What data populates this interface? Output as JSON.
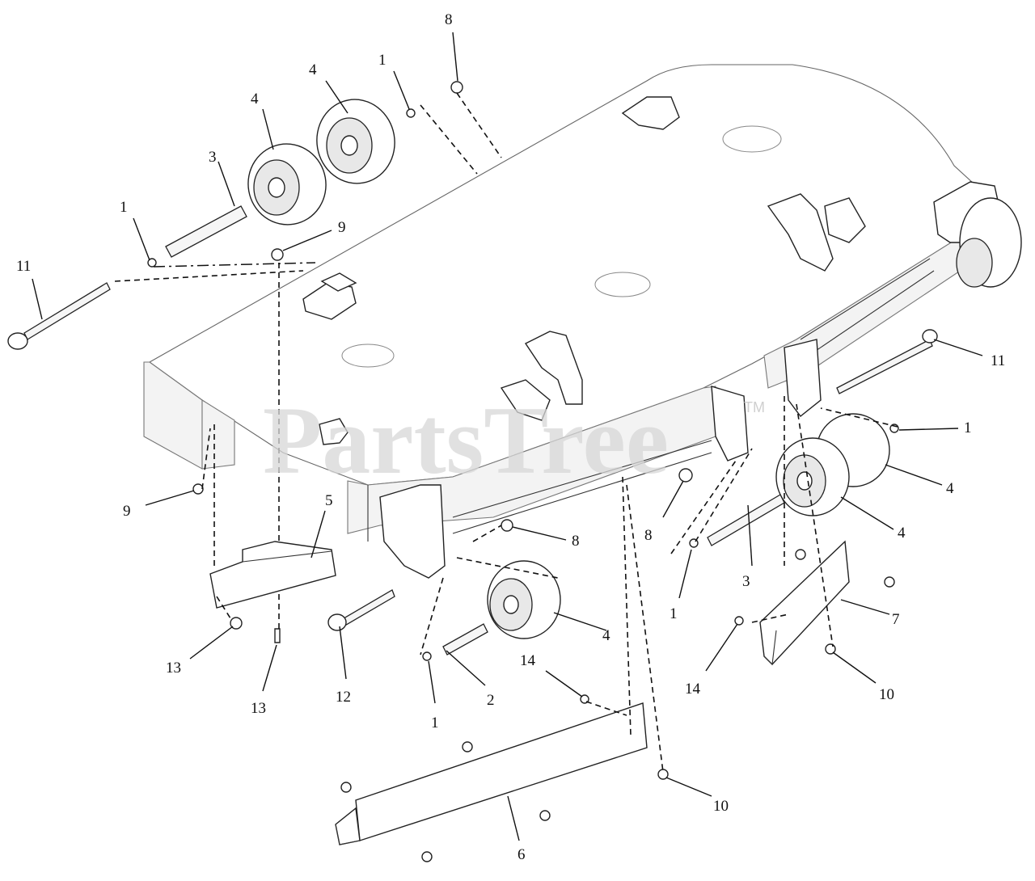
{
  "watermark": {
    "text": "PartsTree",
    "trademark": "TM"
  },
  "callouts": [
    {
      "id": "c-8-top",
      "label": "8"
    },
    {
      "id": "c-1-top",
      "label": "1"
    },
    {
      "id": "c-4-top-right",
      "label": "4"
    },
    {
      "id": "c-4-top-left",
      "label": "4"
    },
    {
      "id": "c-3-top",
      "label": "3"
    },
    {
      "id": "c-1-left",
      "label": "1"
    },
    {
      "id": "c-11-left",
      "label": "11"
    },
    {
      "id": "c-9-top",
      "label": "9"
    },
    {
      "id": "c-11-right",
      "label": "11"
    },
    {
      "id": "c-1-right",
      "label": "1"
    },
    {
      "id": "c-4-right-upper",
      "label": "4"
    },
    {
      "id": "c-4-right-lower",
      "label": "4"
    },
    {
      "id": "c-9-left",
      "label": "9"
    },
    {
      "id": "c-5",
      "label": "5"
    },
    {
      "id": "c-8-center",
      "label": "8"
    },
    {
      "id": "c-8-right",
      "label": "8"
    },
    {
      "id": "c-1-right-lower",
      "label": "1"
    },
    {
      "id": "c-3-right",
      "label": "3"
    },
    {
      "id": "c-7",
      "label": "7"
    },
    {
      "id": "c-4-bottom",
      "label": "4"
    },
    {
      "id": "c-13-left",
      "label": "13"
    },
    {
      "id": "c-13-center",
      "label": "13"
    },
    {
      "id": "c-12",
      "label": "12"
    },
    {
      "id": "c-1-bottom",
      "label": "1"
    },
    {
      "id": "c-2",
      "label": "2"
    },
    {
      "id": "c-14-center",
      "label": "14"
    },
    {
      "id": "c-14-right",
      "label": "14"
    },
    {
      "id": "c-10-right",
      "label": "10"
    },
    {
      "id": "c-10-bottom",
      "label": "10"
    },
    {
      "id": "c-6",
      "label": "6"
    }
  ]
}
